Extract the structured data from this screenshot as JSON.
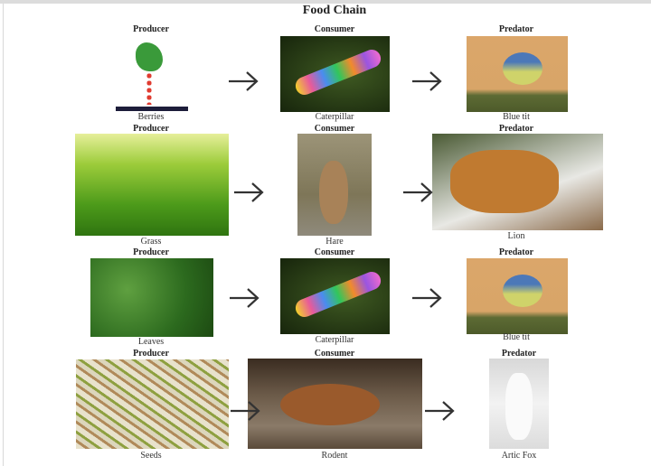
{
  "title": "Food Chain",
  "rows": [
    {
      "producer": {
        "role": "Producer",
        "name": "Berries"
      },
      "consumer": {
        "role": "Consumer",
        "name": "Caterpillar"
      },
      "predator": {
        "role": "Predator",
        "name": "Blue tit"
      }
    },
    {
      "producer": {
        "role": "Producer",
        "name": "Grass"
      },
      "consumer": {
        "role": "Consumer",
        "name": "Hare"
      },
      "predator": {
        "role": "Predator",
        "name": "Lion"
      }
    },
    {
      "producer": {
        "role": "Producer",
        "name": "Leaves"
      },
      "consumer": {
        "role": "Consumer",
        "name": "Caterpillar"
      },
      "predator": {
        "role": "Predator",
        "name": "Blue tit"
      }
    },
    {
      "producer": {
        "role": "Producer",
        "name": "Seeds"
      },
      "consumer": {
        "role": "Consumer",
        "name": "Rodent"
      },
      "predator": {
        "role": "Predator",
        "name": "Artic Fox"
      }
    }
  ]
}
